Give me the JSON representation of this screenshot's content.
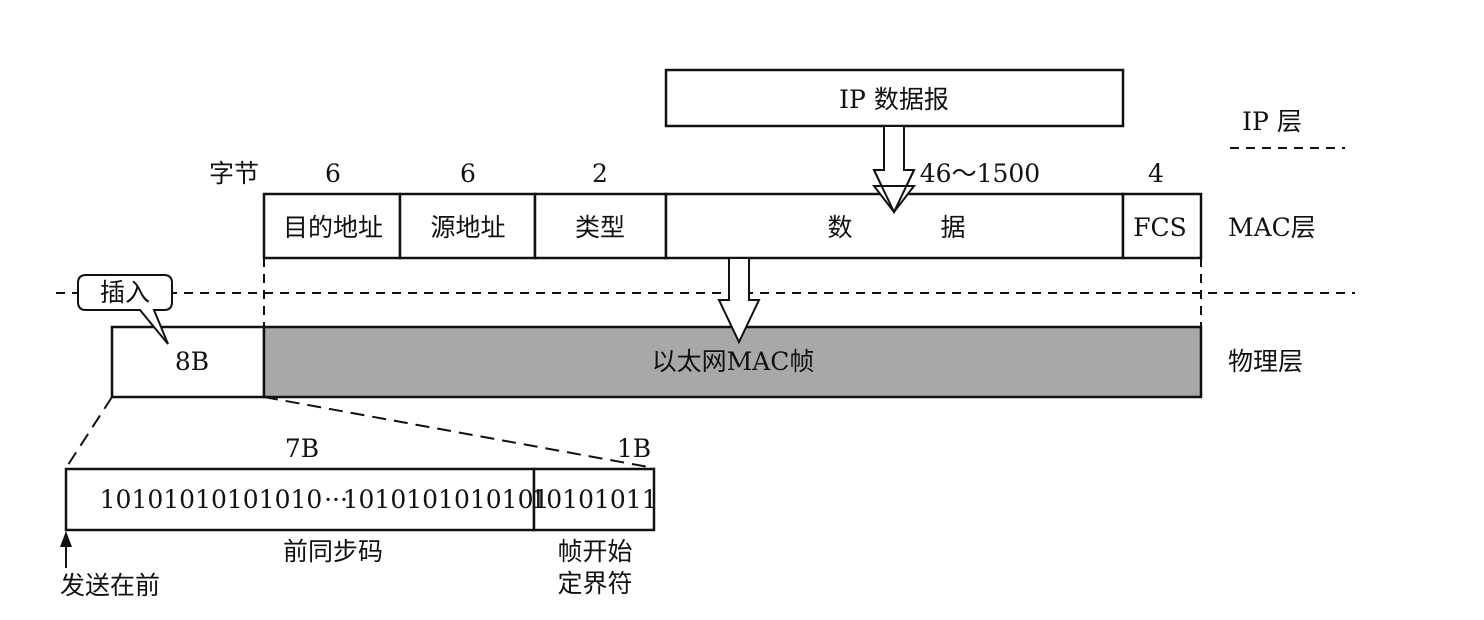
{
  "ip_layer": {
    "datagram_label": "IP 数据报",
    "layer_label": "IP 层"
  },
  "mac_layer": {
    "byte_row_label": "字节",
    "fields": [
      {
        "bytes": "6",
        "label": "目的地址"
      },
      {
        "bytes": "6",
        "label": "源地址"
      },
      {
        "bytes": "2",
        "label": "类型"
      },
      {
        "bytes": "46～1500",
        "label_left": "数",
        "label_right": "据"
      },
      {
        "bytes": "4",
        "label": "FCS"
      }
    ],
    "layer_label": "MAC层"
  },
  "physical_layer": {
    "insert_callout": "插入",
    "preamble_size": "8B",
    "frame_label": "以太网MAC帧",
    "layer_label": "物理层",
    "colors": {
      "frame_fill": "#a8a8a8"
    }
  },
  "preamble_detail": {
    "sync_size": "7B",
    "sfd_size": "1B",
    "sync_bits_left": "10101010101010",
    "ellipsis": "···",
    "sync_bits_right": "1010101010101",
    "sfd_bits": "10101011",
    "sync_label": "前同步码",
    "sfd_label_line1": "帧开始",
    "sfd_label_line2": "定界符",
    "send_first_label": "发送在前"
  }
}
